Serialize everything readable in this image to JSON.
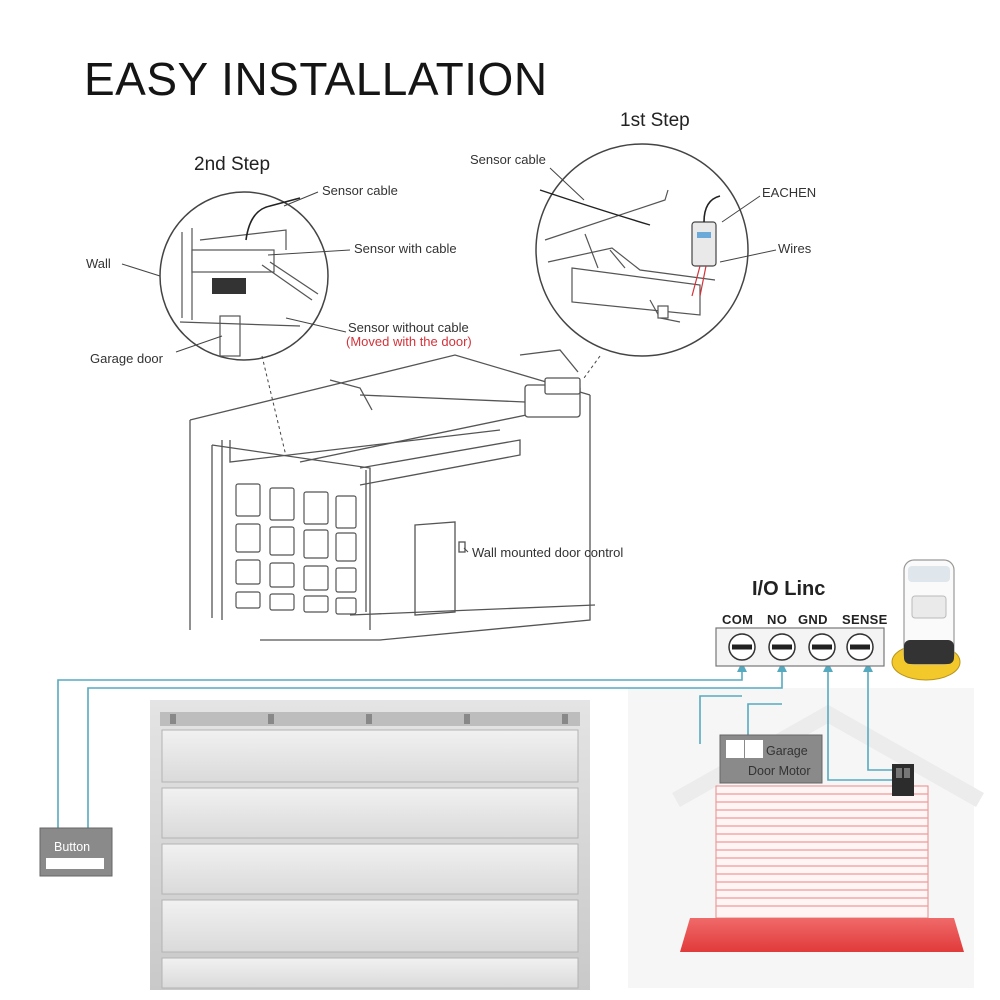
{
  "title": "EASY INSTALLATION",
  "steps": {
    "first": "1st Step",
    "second": "2nd Step"
  },
  "callouts": {
    "sensor_cable_left": "Sensor cable",
    "sensor_with_cable": "Sensor with cable",
    "wall": "Wall",
    "sensor_without_cable": "Sensor without cable",
    "moved_with_door": "(Moved with the door)",
    "garage_door": "Garage door",
    "sensor_cable_right": "Sensor cable",
    "eachen": "EACHEN",
    "wires": "Wires",
    "wall_control": "Wall mounted door control"
  },
  "io": {
    "title": "I/O Linc",
    "terminals": [
      "COM",
      "NO",
      "GND",
      "SENSE"
    ]
  },
  "wiring": {
    "button_label": "Button",
    "motor_label_1": "Garage",
    "motor_label_2": "Door Motor",
    "wire_color": "#55aabf",
    "accent_red": "#d3333a"
  }
}
